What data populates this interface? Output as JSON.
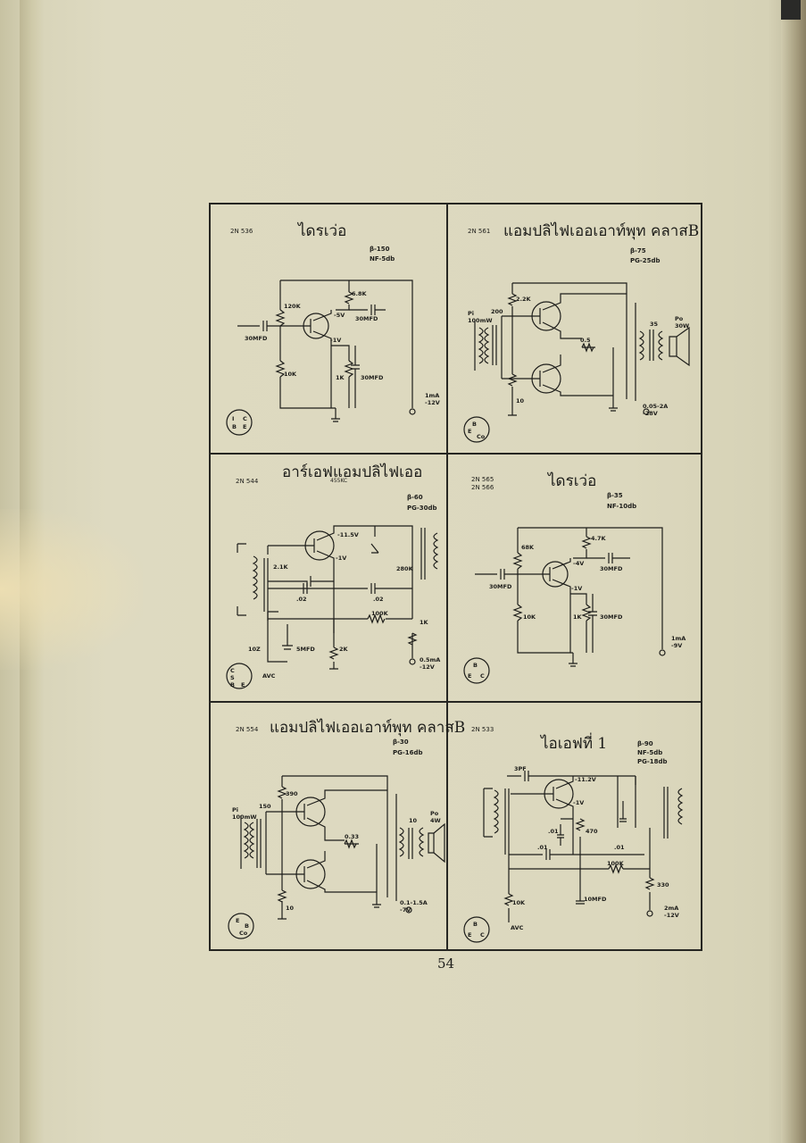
{
  "page_number": "54",
  "panels": [
    {
      "model": "2N 536",
      "title": "ไดรเว่อ",
      "spec1": "β-150",
      "spec2": "NF-5db",
      "spec3": "",
      "labels": {
        "r1": "120K",
        "r2": "6.8K",
        "v1": "-5V",
        "c1": "30MFD",
        "cin": "30MFD",
        "v2": "-1V",
        "r3": "10K",
        "r4": "1K",
        "c2": "30MFD",
        "out1": "1mA",
        "out2": "-12V",
        "p1": "I",
        "p2": "C",
        "p3": "B",
        "p4": "E"
      }
    },
    {
      "model": "2N 561",
      "title": "แอมปลิไฟเออเอาท์พุท คลาสB",
      "spec1": "β-75",
      "spec2": "PG-25db",
      "spec3": "",
      "labels": {
        "r1": "2.2K",
        "r2": "200",
        "pi1": "Pi",
        "pi2": "100mW",
        "r3": "0.5",
        "r4": "10",
        "t1": "35",
        "po1": "Po",
        "po2": "30W",
        "out1": "0.05-2A",
        "out2": "-28V",
        "p1": "B",
        "p2": "E",
        "p3": "Co"
      }
    },
    {
      "model": "2N 544",
      "title": "อาร์เอฟแอมปลิไฟเออ",
      "sub": "455KC",
      "spec1": "β-60",
      "spec2": "PG-30db",
      "spec3": "",
      "labels": {
        "v1": "-11.5V",
        "v2": "-1V",
        "r1": "2.1K",
        "r2": "280K",
        "c1": ".02",
        "c2": ".02",
        "r3": "100K",
        "r4": "1K",
        "r5": "10Z",
        "c3": "5MFD",
        "r6": "2K",
        "avc": "AVC",
        "out1": "0.5mA",
        "out2": "-12V",
        "p1": "C",
        "p2": "S",
        "p3": "B",
        "p4": "E"
      }
    },
    {
      "model": "2N 565",
      "model2": "2N 566",
      "title": "ไดรเว่อ",
      "spec1": "β-35",
      "spec2": "NF-10db",
      "spec3": "",
      "labels": {
        "r1": "68K",
        "r2": "4.7K",
        "v1": "-4V",
        "c1": "30MFD",
        "cin": "30MFD",
        "v2": "-1V",
        "r3": "10K",
        "r4": "1K",
        "c2": "30MFD",
        "out1": "1mA",
        "out2": "-9V",
        "p1": "B",
        "p2": "E",
        "p3": "C"
      }
    },
    {
      "model": "2N 554",
      "title": "แอมปลิไฟเออเอาท์พุท คลาสB",
      "spec1": "β-30",
      "spec2": "PG-16db",
      "spec3": "",
      "labels": {
        "r1": "390",
        "r2": "150",
        "pi1": "Pi",
        "pi2": "100mW",
        "r3": "0.33",
        "r4": "10",
        "t1": "10",
        "po1": "Po",
        "po2": "4W",
        "out1": "0.1-1.5A",
        "out2": "-7V",
        "p1": "E",
        "p2": "B",
        "p3": "Co"
      }
    },
    {
      "model": "2N 533",
      "title": "ไอเอฟที่ 1",
      "spec1": "β-90",
      "spec2": "NF-5db",
      "spec3": "PG-18db",
      "labels": {
        "c1": "3PF",
        "v1": "-11.2V",
        "v2": "-1V",
        "c2": ".01",
        "r1": "470",
        "c3": ".01",
        "c4": ".01",
        "r2": "100K",
        "r3": "330",
        "r4": "10K",
        "c5": "10MFD",
        "avc": "AVC",
        "out1": "2mA",
        "out2": "-12V",
        "p1": "B",
        "p2": "E",
        "p3": "C"
      }
    }
  ]
}
